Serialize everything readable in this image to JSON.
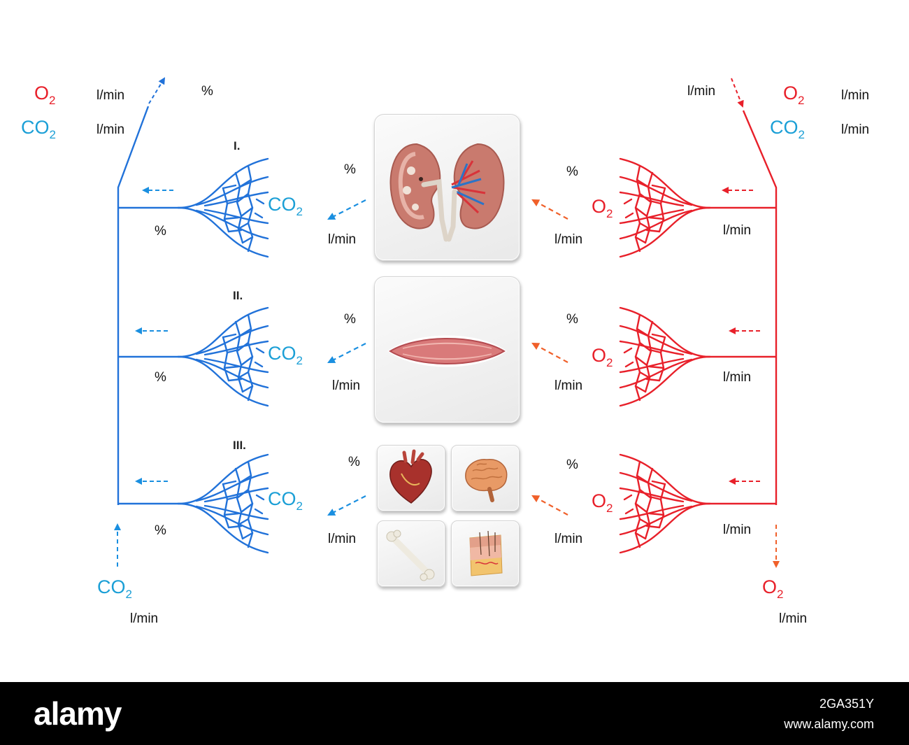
{
  "colors": {
    "venous": "#2172d9",
    "arterial": "#e8202a",
    "co2_text": "#1b9fd6",
    "flow_arrow_blue": "#1a8fe0",
    "flow_arrow_orange": "#f0602a"
  },
  "outflow": {
    "o2": {
      "formula": "O",
      "sub": "2",
      "unit": "l/min"
    },
    "co2": {
      "formula": "CO",
      "sub": "2",
      "unit": "l/min"
    },
    "percent": "%"
  },
  "inflow": {
    "o2": {
      "formula": "O",
      "sub": "2",
      "unit": "l/min"
    },
    "co2": {
      "formula": "CO",
      "sub": "2",
      "unit": "l/min"
    },
    "unit": "l/min"
  },
  "tissues": [
    {
      "numeral": "I.",
      "organ_icon": "kidney-icon",
      "left_percent": "%",
      "left_unit": "l/min",
      "right_percent": "%",
      "right_unit": "l/min",
      "vein_percent": "%",
      "artery_unit": "l/min",
      "o2": {
        "formula": "O",
        "sub": "2"
      },
      "co2": {
        "formula": "CO",
        "sub": "2"
      }
    },
    {
      "numeral": "II.",
      "organ_icon": "muscle-icon",
      "left_percent": "%",
      "left_unit": "l/min",
      "right_percent": "%",
      "right_unit": "l/min",
      "vein_percent": "%",
      "artery_unit": "l/min",
      "o2": {
        "formula": "O",
        "sub": "2"
      },
      "co2": {
        "formula": "CO",
        "sub": "2"
      }
    },
    {
      "numeral": "III.",
      "organ_icons": [
        "heart-icon",
        "brain-icon",
        "bone-icon",
        "skin-icon"
      ],
      "left_percent": "%",
      "left_unit": "l/min",
      "right_percent": "%",
      "right_unit": "l/min",
      "vein_percent": "%",
      "artery_unit": "l/min",
      "o2": {
        "formula": "O",
        "sub": "2"
      },
      "co2": {
        "formula": "CO",
        "sub": "2"
      }
    }
  ],
  "co2_input": {
    "formula": "CO",
    "sub": "2",
    "unit": "l/min"
  },
  "o2_output": {
    "formula": "O",
    "sub": "2",
    "unit": "l/min"
  },
  "footer": {
    "brand": "alamy",
    "image_id": "2GA351Y",
    "url": "www.alamy.com"
  }
}
